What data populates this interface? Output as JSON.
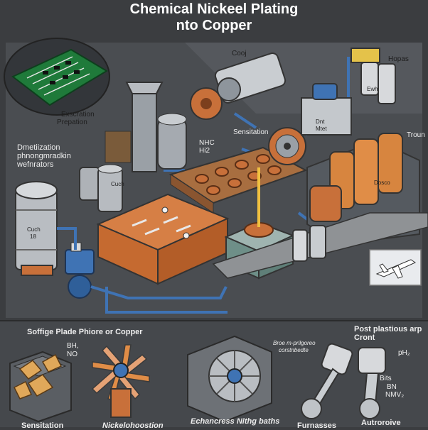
{
  "title": {
    "line1": "Chemical Nickeel Plating",
    "line2": "nto Copper"
  },
  "main_labels": {
    "cool": "Cooj",
    "hopas": "Hopas",
    "extraction": "Exscration",
    "preparation": "Prepation",
    "sensitation": "Sensitation",
    "troun": "Troun",
    "nhc": "NHC",
    "ni2": "Hi2",
    "dmetiz1": "Dmetiization",
    "dmetiz2": "phnongmradkin",
    "dmetiz3": "wefnrators",
    "tank_left1": "Cuch",
    "tank_left2": "18",
    "tank_mid": "Cuch",
    "tank_right": "Dosco",
    "unit_top1": "Dnt",
    "unit_top2": "Mtet",
    "small_tank": "Ewh"
  },
  "bottom": {
    "heading_left": "Soffige Plade Phiore or Copper",
    "heading_right": "Post plastious arp Cront",
    "center_note1": "Broe m-prilgoreo",
    "center_note2": "corstnbedte",
    "chem_bh": "BH,",
    "chem_no": "NO",
    "chem_ph": "pH₂",
    "chem_bits": "Bits",
    "chem_bn": "BN",
    "chem_nmv": "NMV₂",
    "footer_sensitation": "Sensitation",
    "footer_nickel": "Nickelohoostion",
    "footer_enhance": "Echancress Nithg baths",
    "footer_furnace": "Furnasses",
    "footer_auto": "Autroroive"
  },
  "colors": {
    "background": "#3b3d40",
    "panel": "#4f5256",
    "copper": "#c8703a",
    "pipe_blue": "#3f73b4",
    "pcb_green": "#1f7a3a",
    "steel": "#9aa0a6"
  }
}
